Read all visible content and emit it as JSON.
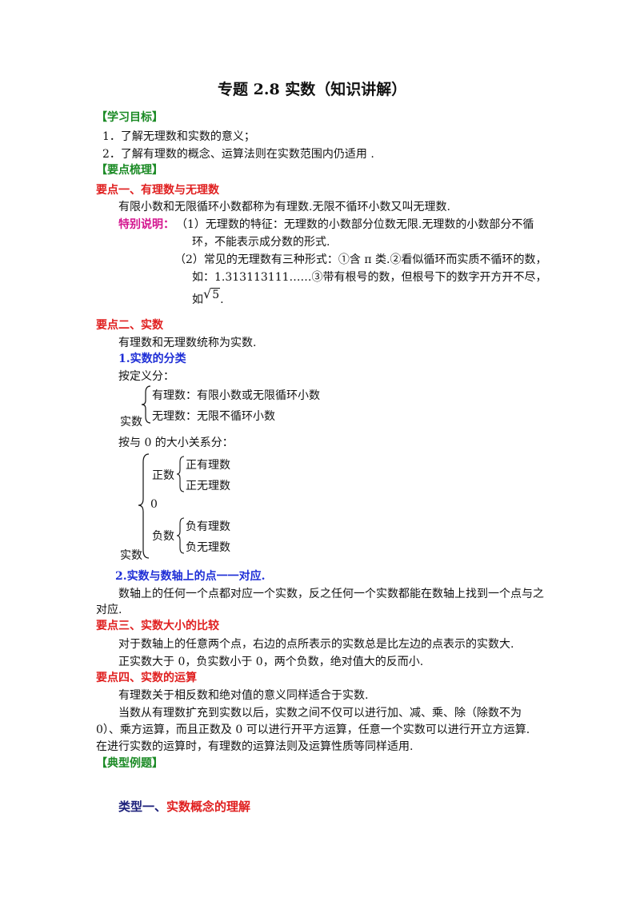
{
  "title": "专题 2.8    实数（知识讲解）",
  "goals_heading": "【学习目标】",
  "goals": [
    "1．了解无理数和实数的意义；",
    "2．了解有理数的概念、运算法则在实数范围内仍适用 ."
  ],
  "points_heading": "【要点梳理】",
  "point1": {
    "heading": "要点一、有理数与无理数",
    "text": "有限小数和无限循环小数都称为有理数.无限不循环小数又叫无理数.",
    "note_label": "特别说明：",
    "note1_a": "（1）无理数的特征：无理数的小数部分位数无限.无理数的小数部分不循",
    "note1_b": "环，不能表示成分数的形式.",
    "note2_a": "（2）常见的无理数有三种形式：①含 π 类.②看似循环而实质不循环的数，",
    "note2_b": "如：1.313113111……③带有根号的数，但根号下的数字开方开不尽，",
    "note2_c_prefix": "如",
    "note2_c_radicand": "5",
    "note2_c_suffix": "."
  },
  "point2": {
    "heading": "要点二、实数",
    "text": "有理数和无理数统称为实数.",
    "sub1_heading": "1.实数的分类",
    "by_definition": "按定义分：",
    "def_root": "实数",
    "def_branches": [
      "有理数：有限小数或无限循环小数",
      "无理数：无限不循环小数"
    ],
    "by_sign": "按与 0 的大小关系分：",
    "sign_root": "实数",
    "positive": "正数",
    "positive_items": [
      "正有理数",
      "正无理数"
    ],
    "zero": "0",
    "negative": "负数",
    "negative_items": [
      "负有理数",
      "负无理数"
    ],
    "sub2_heading": "2.实数与数轴上的点一一对应.",
    "sub2_text_a": "数轴上的任何一个点都对应一个实数，反之任何一个实数都能在数轴上找到一个点与之",
    "sub2_text_b": "对应."
  },
  "point3": {
    "heading": "要点三、实数大小的比较",
    "text1": "对于数轴上的任意两个点，右边的点所表示的实数总是比左边的点表示的实数大.",
    "text2": "正实数大于 0，负实数小于 0，两个负数，绝对值大的反而小."
  },
  "point4": {
    "heading": "要点四、实数的运算",
    "text1": "有理数关于相反数和绝对值的意义同样适合于实数.",
    "text2_a": "当数从有理数扩充到实数以后，实数之间不仅可以进行加、减、乘、除（除数不为",
    "text2_b": "0）、乘方运算，而且正数及 0 可以进行开平方运算，任意一个实数可以进行开立方运算.",
    "text2_c": "在进行实数的运算时，有理数的运算法则及运算性质等同样适用."
  },
  "examples_heading": "【典型例题】",
  "type1_prefix": "类型一、",
  "type1_title": "实数概念的理解",
  "colors": {
    "green": "#1a8a24",
    "red": "#e02020",
    "blue": "#1f2fd6",
    "pink": "#d4158f",
    "navy": "#1b1f7a"
  }
}
